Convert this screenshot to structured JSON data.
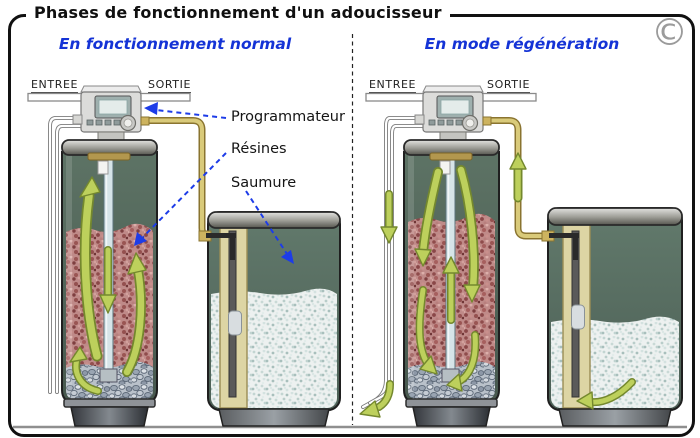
{
  "title": "Phases de fonctionnement d'un adoucisseur",
  "copyright_symbol": "©",
  "colors": {
    "accent_blue": "#1433d6",
    "callout_arrow_blue": "#1d3ce8",
    "flow_arrow_green": "#bdd05c",
    "tank_water_green": "#51645a",
    "resin_pink": "#bf8a88",
    "brine_salt_white": "#edf1f0",
    "brass_pipe": "#d9ca7a",
    "frame_black": "#111111"
  },
  "panels": [
    {
      "id": "normal",
      "header": "En fonctionnement normal",
      "inlet_label": "ENTREE",
      "outlet_label": "SORTIE"
    },
    {
      "id": "regeneration",
      "header": "En mode régénération",
      "inlet_label": "ENTREE",
      "outlet_label": "SORTIE"
    }
  ],
  "callouts": [
    {
      "label": "Programmateur"
    },
    {
      "label": "Résines"
    },
    {
      "label": "Saumure"
    }
  ]
}
